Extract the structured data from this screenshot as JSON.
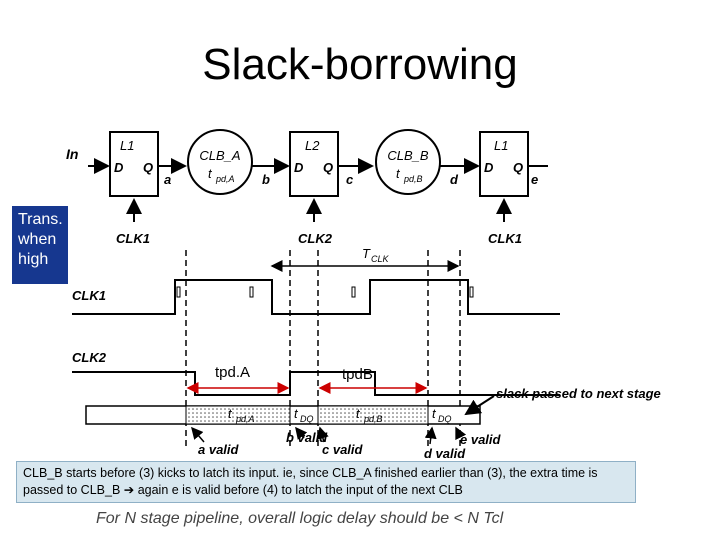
{
  "title": "Slack-borrowing",
  "side_note": [
    "Trans.",
    "when",
    "high"
  ],
  "latches": [
    {
      "name": "L1",
      "d": "D",
      "q": "Q",
      "clock": "CLK1"
    },
    {
      "name": "L2",
      "d": "D",
      "q": "Q",
      "clock": "CLK2"
    },
    {
      "name": "L1",
      "d": "D",
      "q": "Q",
      "clock": "CLK1"
    }
  ],
  "blocks": [
    {
      "name": "CLB_A",
      "delay": "t",
      "delay_sub": "pd,A"
    },
    {
      "name": "CLB_B",
      "delay": "t",
      "delay_sub": "pd,B"
    }
  ],
  "signals": {
    "input": "In",
    "a": "a",
    "b": "b",
    "c": "c",
    "d": "d",
    "e": "e"
  },
  "timing": {
    "tclk": "T",
    "tclk_sub": "CLK",
    "clk1": "CLK1",
    "clk2": "CLK2",
    "tpd_a_label": "tpd.A",
    "tpd_b_label": "tpdB",
    "tpd_a_bar": "t",
    "tpd_a_bar_sub": "pd,A",
    "tdq": "t",
    "tdq_sub": "DQ",
    "tpd_b_bar": "t",
    "tpd_b_bar_sub": "pd,B",
    "slack_note": "slack passed to next stage",
    "a_valid": "a valid",
    "b_valid": "b valid",
    "c_valid": "c valid",
    "d_valid": "d valid",
    "e_valid": "e valid"
  },
  "caption": "CLB_B starts before (3) kicks to latch its input. ie, since CLB_A finished earlier than (3), the extra time is passed to CLB_B ➔ again e is valid before (4) to latch the input of the next CLB",
  "footer": "For N stage pipeline, overall logic delay should be < N Tcl"
}
